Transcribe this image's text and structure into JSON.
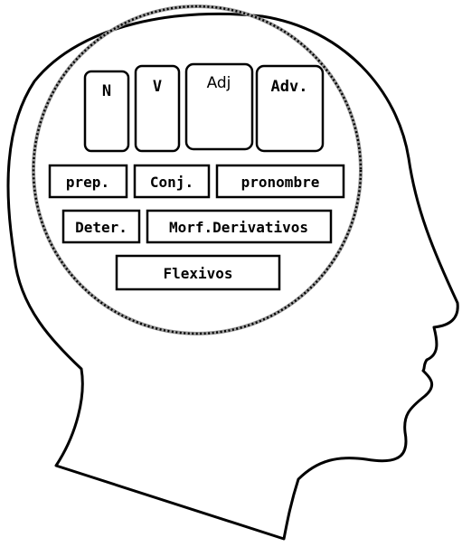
{
  "diagram": {
    "row1": [
      {
        "key": "noun",
        "label": "N"
      },
      {
        "key": "verb",
        "label": "V"
      },
      {
        "key": "adjective",
        "label": "Adj"
      },
      {
        "key": "adverb",
        "label": "Adv."
      }
    ],
    "row2": [
      {
        "key": "preposition",
        "label": "prep."
      },
      {
        "key": "conjunction",
        "label": "Conj."
      },
      {
        "key": "pronoun",
        "label": "pronombre"
      }
    ],
    "row3": [
      {
        "key": "determiner",
        "label": "Deter."
      },
      {
        "key": "derivational-morphemes",
        "label": "Morf.Derivativos"
      }
    ],
    "row4": [
      {
        "key": "inflectional-morphemes",
        "label": "Flexivos"
      }
    ]
  }
}
